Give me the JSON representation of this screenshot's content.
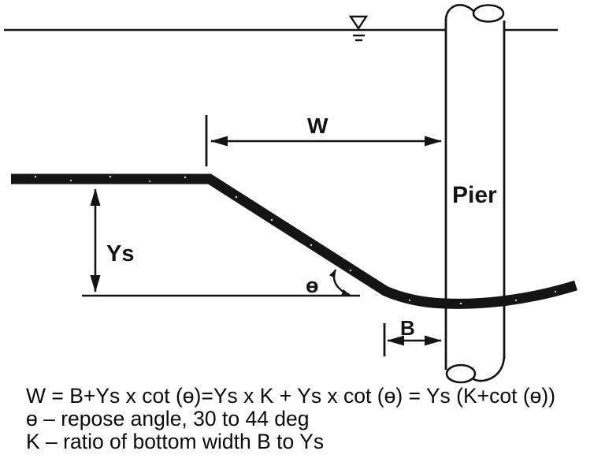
{
  "diagram": {
    "labels": {
      "width_dim": "W",
      "scour_depth_dim": "Ys",
      "angle": "ɵ",
      "bottom_width_dim": "B",
      "pier": "Pier"
    },
    "colors": {
      "ink": "#141414",
      "background": "#ffffff"
    }
  },
  "notes": {
    "equation": "W = B+Ys x cot (ɵ)=Ys x K + Ys x cot (ɵ) = Ys (K+cot (ɵ))",
    "theta_definition": "ɵ – repose angle, 30 to 44 deg",
    "k_definition": "K – ratio of bottom width B to Ys"
  }
}
